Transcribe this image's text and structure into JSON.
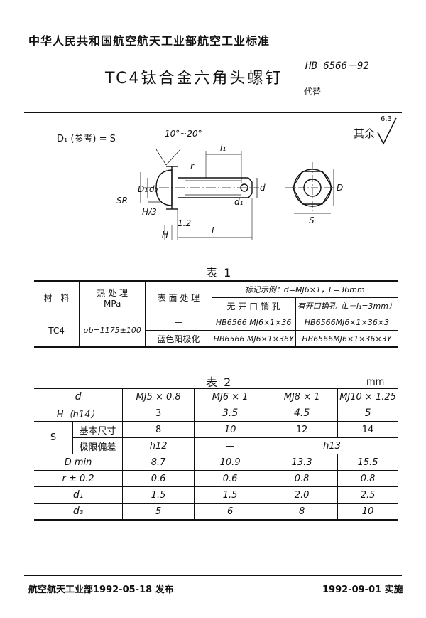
{
  "header": {
    "organization": "中华人民共和国航空航天工业部航空工业标准",
    "standard_number": "HB 6566－92",
    "title": "TC4钛合金六角头螺钉",
    "replaces": "代替"
  },
  "drawing": {
    "reference_note": "D₁ (参考) = S",
    "angle_label": "10°~20°",
    "roughness_label": "其余",
    "roughness_value": "6.3",
    "labels": {
      "l1": "l₁",
      "r": "r",
      "d3": "d₃",
      "D1": "D₁",
      "SR": "SR",
      "H3": "H/3",
      "H": "H",
      "L": "L",
      "d": "d",
      "d1": "d₁",
      "D": "D",
      "S": "S",
      "chamfer": "1.2"
    }
  },
  "table1": {
    "caption": "表 1",
    "headers": {
      "material": "材　料",
      "heat_treatment": "热 处 理",
      "heat_treatment_unit": "MPa",
      "surface_treatment": "表 面 处 理",
      "marking_example": "标记示例：d=MJ6×1，L=36mm",
      "without_pin_hole": "无 开 口 销 孔",
      "with_pin_hole": "有开口销孔（L－l₁=3mm）"
    },
    "rows": [
      {
        "material": "TC4",
        "heat_treatment": "σb=1175±100",
        "surface": "—",
        "no_hole": "HB6566 MJ6×1×36",
        "with_hole": "HB6566MJ6×1×36×3"
      },
      {
        "surface": "蓝色阳极化",
        "no_hole": "HB6566 MJ6×1×36Y",
        "with_hole": "HB6566MJ6×1×36×3Y"
      }
    ]
  },
  "table2": {
    "caption": "表 2",
    "unit": "mm",
    "header": [
      "d",
      "MJ5 × 0.8",
      "MJ6 × 1",
      "MJ8 × 1",
      "MJ10 × 1.25"
    ],
    "rows": {
      "H": {
        "label": "H（h14）",
        "values": [
          "3",
          "3.5",
          "4.5",
          "5"
        ]
      },
      "S_label": "S",
      "S_basic": {
        "label": "基本尺寸",
        "values": [
          "8",
          "10",
          "12",
          "14"
        ]
      },
      "S_tol": {
        "label": "极限偏差",
        "h12": "h12",
        "dash": "—",
        "h13": "h13"
      },
      "Dmin": {
        "label": "D min",
        "values": [
          "8.7",
          "10.9",
          "13.3",
          "15.5"
        ]
      },
      "r": {
        "label": "r ± 0.2",
        "values": [
          "0.6",
          "0.6",
          "0.8",
          "0.8"
        ]
      },
      "d1": {
        "label": "d₁",
        "values": [
          "1.5",
          "1.5",
          "2.0",
          "2.5"
        ]
      },
      "d3": {
        "label": "d₃",
        "values": [
          "5",
          "6",
          "8",
          "10"
        ]
      }
    }
  },
  "footer": {
    "issued": "航空航天工业部1992-05-18 发布",
    "implemented": "1992-09-01 实施"
  }
}
